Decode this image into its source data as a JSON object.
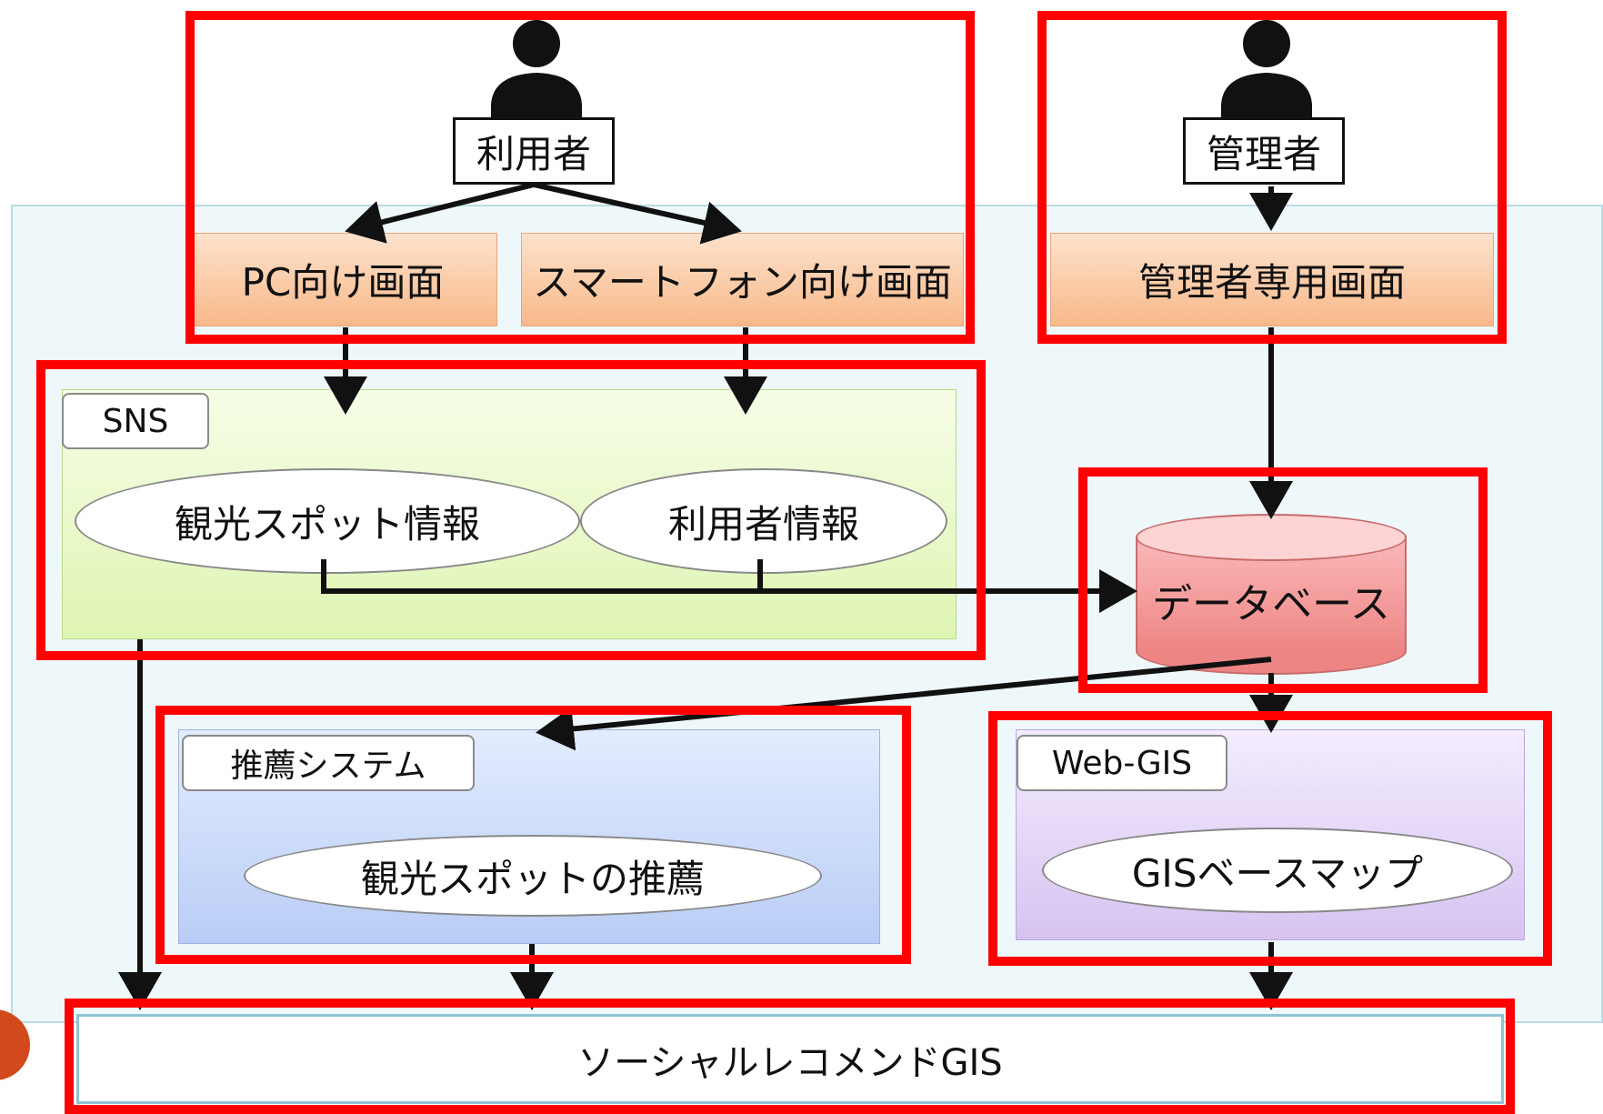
{
  "actors": {
    "user": "利用者",
    "admin": "管理者"
  },
  "screens": {
    "pc": "PC向け画面",
    "smartphone": "スマートフォン向け画面",
    "admin": "管理者専用画面"
  },
  "sns": {
    "tag": "SNS",
    "spot_info": "観光スポット情報",
    "user_info": "利用者情報"
  },
  "database": "データベース",
  "recommend": {
    "tag": "推薦システム",
    "item": "観光スポットの推薦"
  },
  "webgis": {
    "tag": "Web-GIS",
    "item": "GISベースマップ"
  },
  "output": "ソーシャルレコメンドGIS",
  "colors": {
    "highlight": "#ff0000",
    "screen_fill": "#f8b98a",
    "sns_fill": "#dff5b3",
    "recommend_fill": "#b9cdf5",
    "webgis_fill": "#d6c4f0",
    "database_fill": "#ee8585"
  }
}
